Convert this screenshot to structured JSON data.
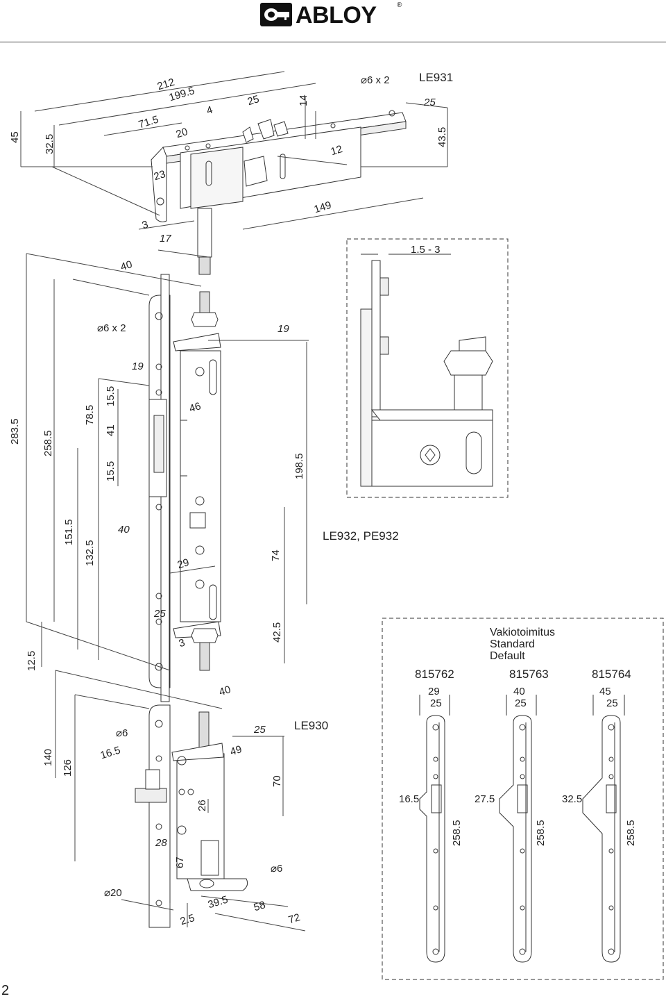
{
  "brand": {
    "name": "ABLOY",
    "reg_mark": "®"
  },
  "page_number": "2",
  "models": {
    "le931": "LE931",
    "le932": "LE932, PE932",
    "le930": "LE930"
  },
  "detail": {
    "gap": "1.5 - 3"
  },
  "standard": {
    "line1": "Vakiotoimitus",
    "line2": "Standard",
    "line3": "Default",
    "plates": [
      {
        "code": "815762",
        "w_outer": "29",
        "w_inner": "25",
        "offset": "16.5",
        "length": "258.5"
      },
      {
        "code": "815763",
        "w_outer": "40",
        "w_inner": "25",
        "offset": "27.5",
        "length": "258.5"
      },
      {
        "code": "815764",
        "w_outer": "45",
        "w_inner": "25",
        "offset": "32.5",
        "length": "258.5"
      }
    ]
  },
  "dims": {
    "top": [
      "212",
      "199.5",
      "71.5",
      "4",
      "25",
      "14",
      "20",
      "12",
      "23",
      "149",
      "3",
      "17",
      "45",
      "32.5",
      "25",
      "43.5"
    ],
    "hole_top": "⌀6 x 2",
    "middle": [
      "40",
      "19",
      "19",
      "46",
      "198.5",
      "283.5",
      "258.5",
      "78.5",
      "15.5",
      "41",
      "15.5",
      "151.5",
      "132.5",
      "40",
      "29",
      "74",
      "25",
      "3",
      "42.5",
      "12.5",
      "40"
    ],
    "hole_mid": "⌀6 x 2",
    "bottom": [
      "⌀6",
      "25",
      "49",
      "16.5",
      "70",
      "26",
      "140",
      "126",
      "28",
      "67",
      "⌀6",
      "⌀20",
      "39.5",
      "58",
      "2.5",
      "72"
    ]
  },
  "icons": {
    "logo": "abloy-key-logo-icon"
  }
}
